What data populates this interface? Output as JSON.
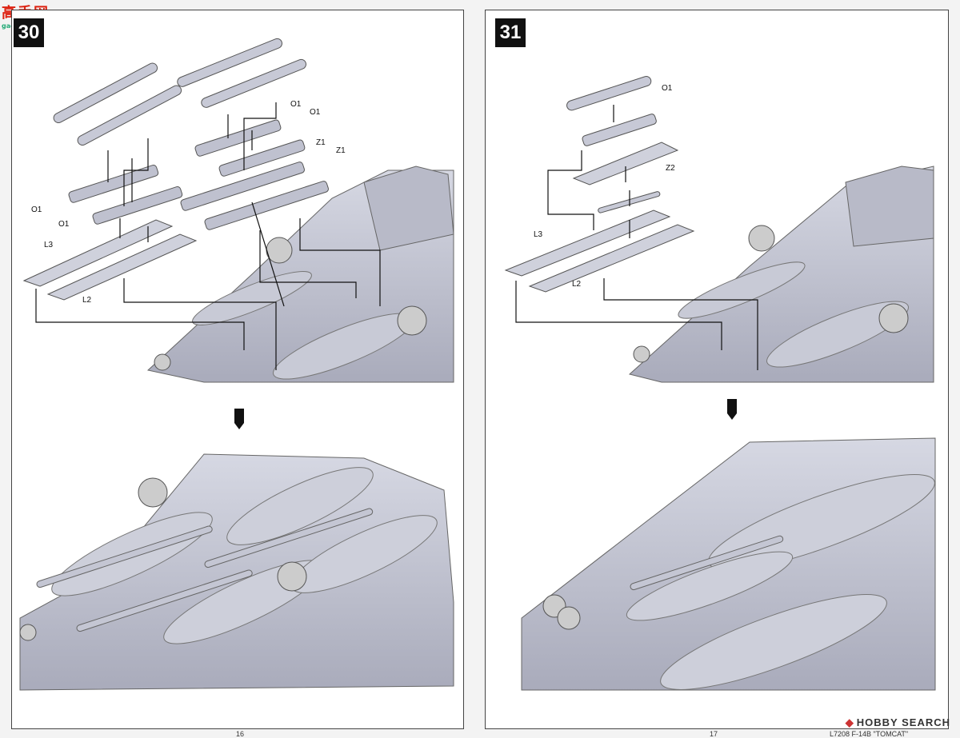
{
  "watermark": {
    "site": "高手网",
    "site_sub": "gaoshou.com"
  },
  "steps": {
    "left": "30",
    "right": "31"
  },
  "left_labels": [
    "O1",
    "O1",
    "Z1",
    "Z1",
    "O1",
    "O1",
    "L3",
    "L2"
  ],
  "right_labels": [
    "O1",
    "Z2",
    "L3",
    "L2"
  ],
  "footer": {
    "left_page": "16",
    "right_page": "17",
    "kit": "L7208 F-14B \"TOMCAT\""
  },
  "brand": {
    "name": "HOBBY SEARCH",
    "icon": "hobbysearch-logo-icon"
  },
  "colors": {
    "part": "#c7c9d6",
    "part_shade": "#a8aaba",
    "line": "#111111"
  }
}
